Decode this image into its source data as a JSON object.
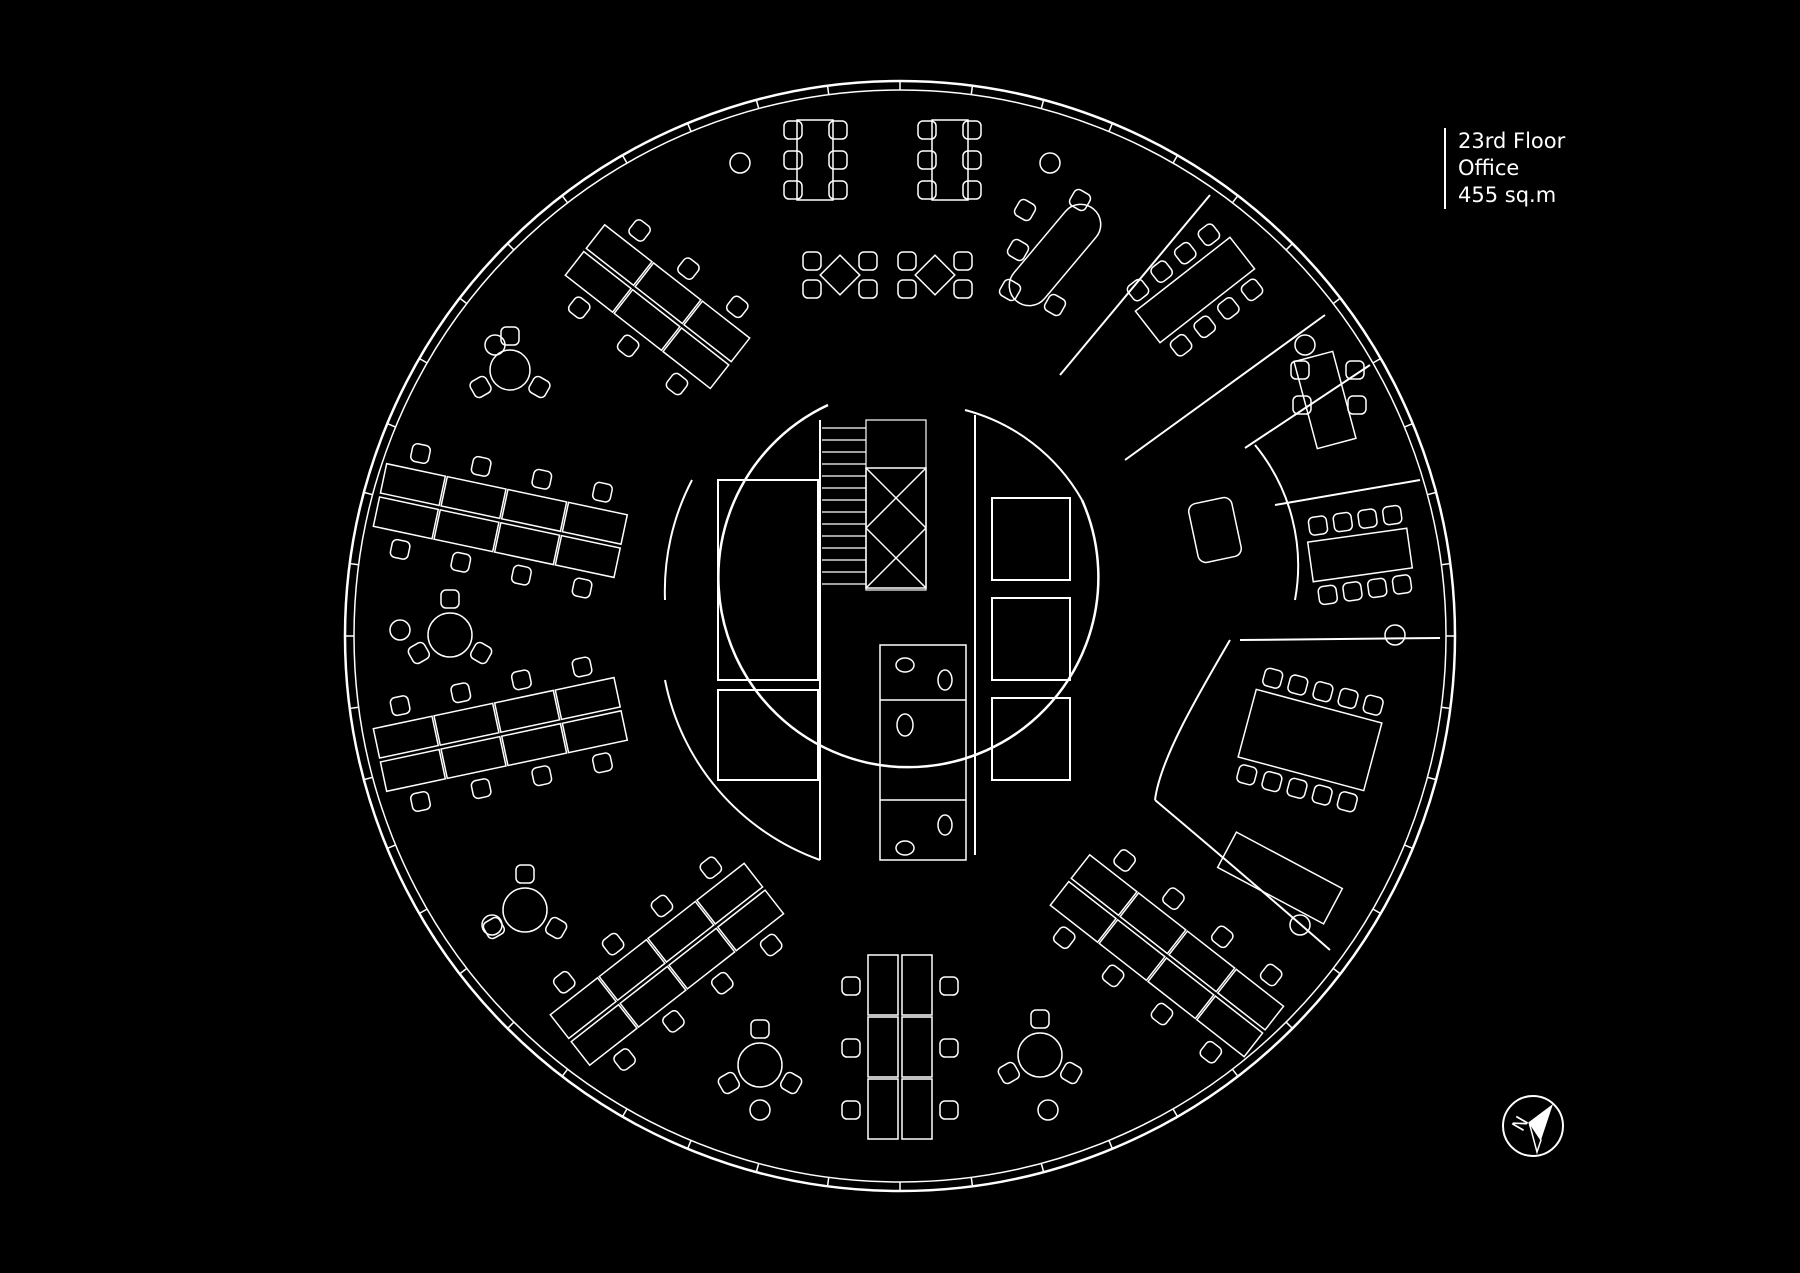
{
  "title": {
    "floor": "23rd Floor",
    "use": "Office",
    "area": "455 sq.m"
  },
  "compass": {
    "label": "N",
    "icon": "north-arrow-icon"
  },
  "colors": {
    "background": "#000000",
    "lines": "#ffffff"
  }
}
